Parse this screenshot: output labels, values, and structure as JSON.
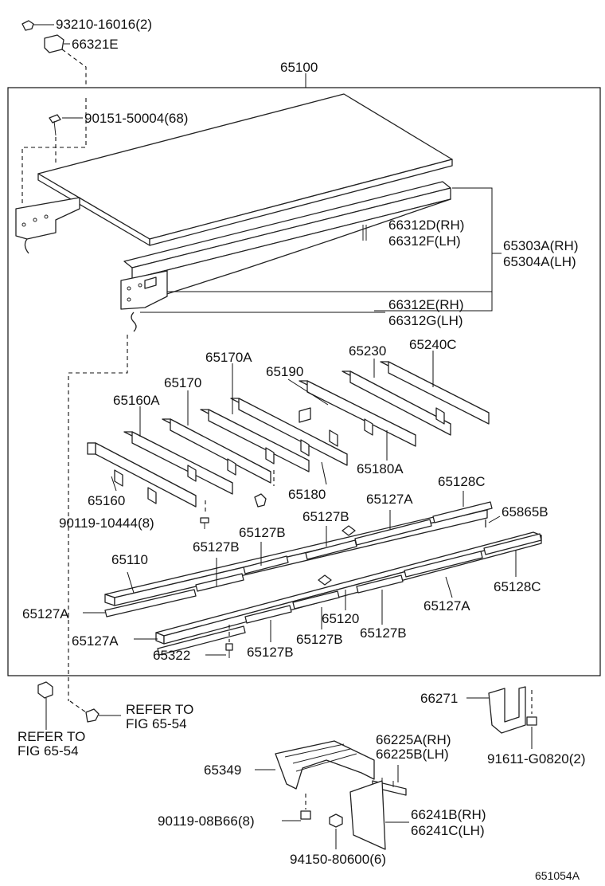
{
  "labels": {
    "p93210": "93210-16016(2)",
    "p66321E": "66321E",
    "p65100": "65100",
    "p90151": "90151-50004(68)",
    "p66312D": "66312D(RH)",
    "p66312F": "66312F(LH)",
    "p65303A": "65303A(RH)",
    "p65304A": "65304A(LH)",
    "p66312E": "66312E(RH)",
    "p66312G": "66312G(LH)",
    "p65170A": "65170A",
    "p65230": "65230",
    "p65240C": "65240C",
    "p65190": "65190",
    "p65170": "65170",
    "p65160A": "65160A",
    "p65180A": "65180A",
    "p65180": "65180",
    "p65160": "65160",
    "p65128C_top": "65128C",
    "p65127A_top": "65127A",
    "p65865B": "65865B",
    "p65127B_mid": "65127B",
    "p90119_10444": "90119-10444(8)",
    "p65127B_left": "65127B",
    "p65127B_l2": "65127B",
    "p65110": "65110",
    "p65128C_right": "65128C",
    "p65127A_left": "65127A",
    "p65127A_right": "65127A",
    "p65120": "65120",
    "p65127A_bottom": "65127A",
    "p65127B_b1": "65127B",
    "p65127B_b2": "65127B",
    "p65322": "65322",
    "p65127B_b3": "65127B",
    "p66271": "66271",
    "refer1_a": "REFER TO",
    "refer1_b": "FIG 65-54",
    "refer2_a": "REFER TO",
    "refer2_b": "FIG 65-54",
    "p66225A": "66225A(RH)",
    "p66225B": "66225B(LH)",
    "p91611": "91611-G0820(2)",
    "p65349": "65349",
    "p90119_08B66": "90119-08B66(8)",
    "p66241B": "66241B(RH)",
    "p66241C": "66241C(LH)",
    "p94150": "94150-80600(6)",
    "figure_id": "651054A"
  }
}
